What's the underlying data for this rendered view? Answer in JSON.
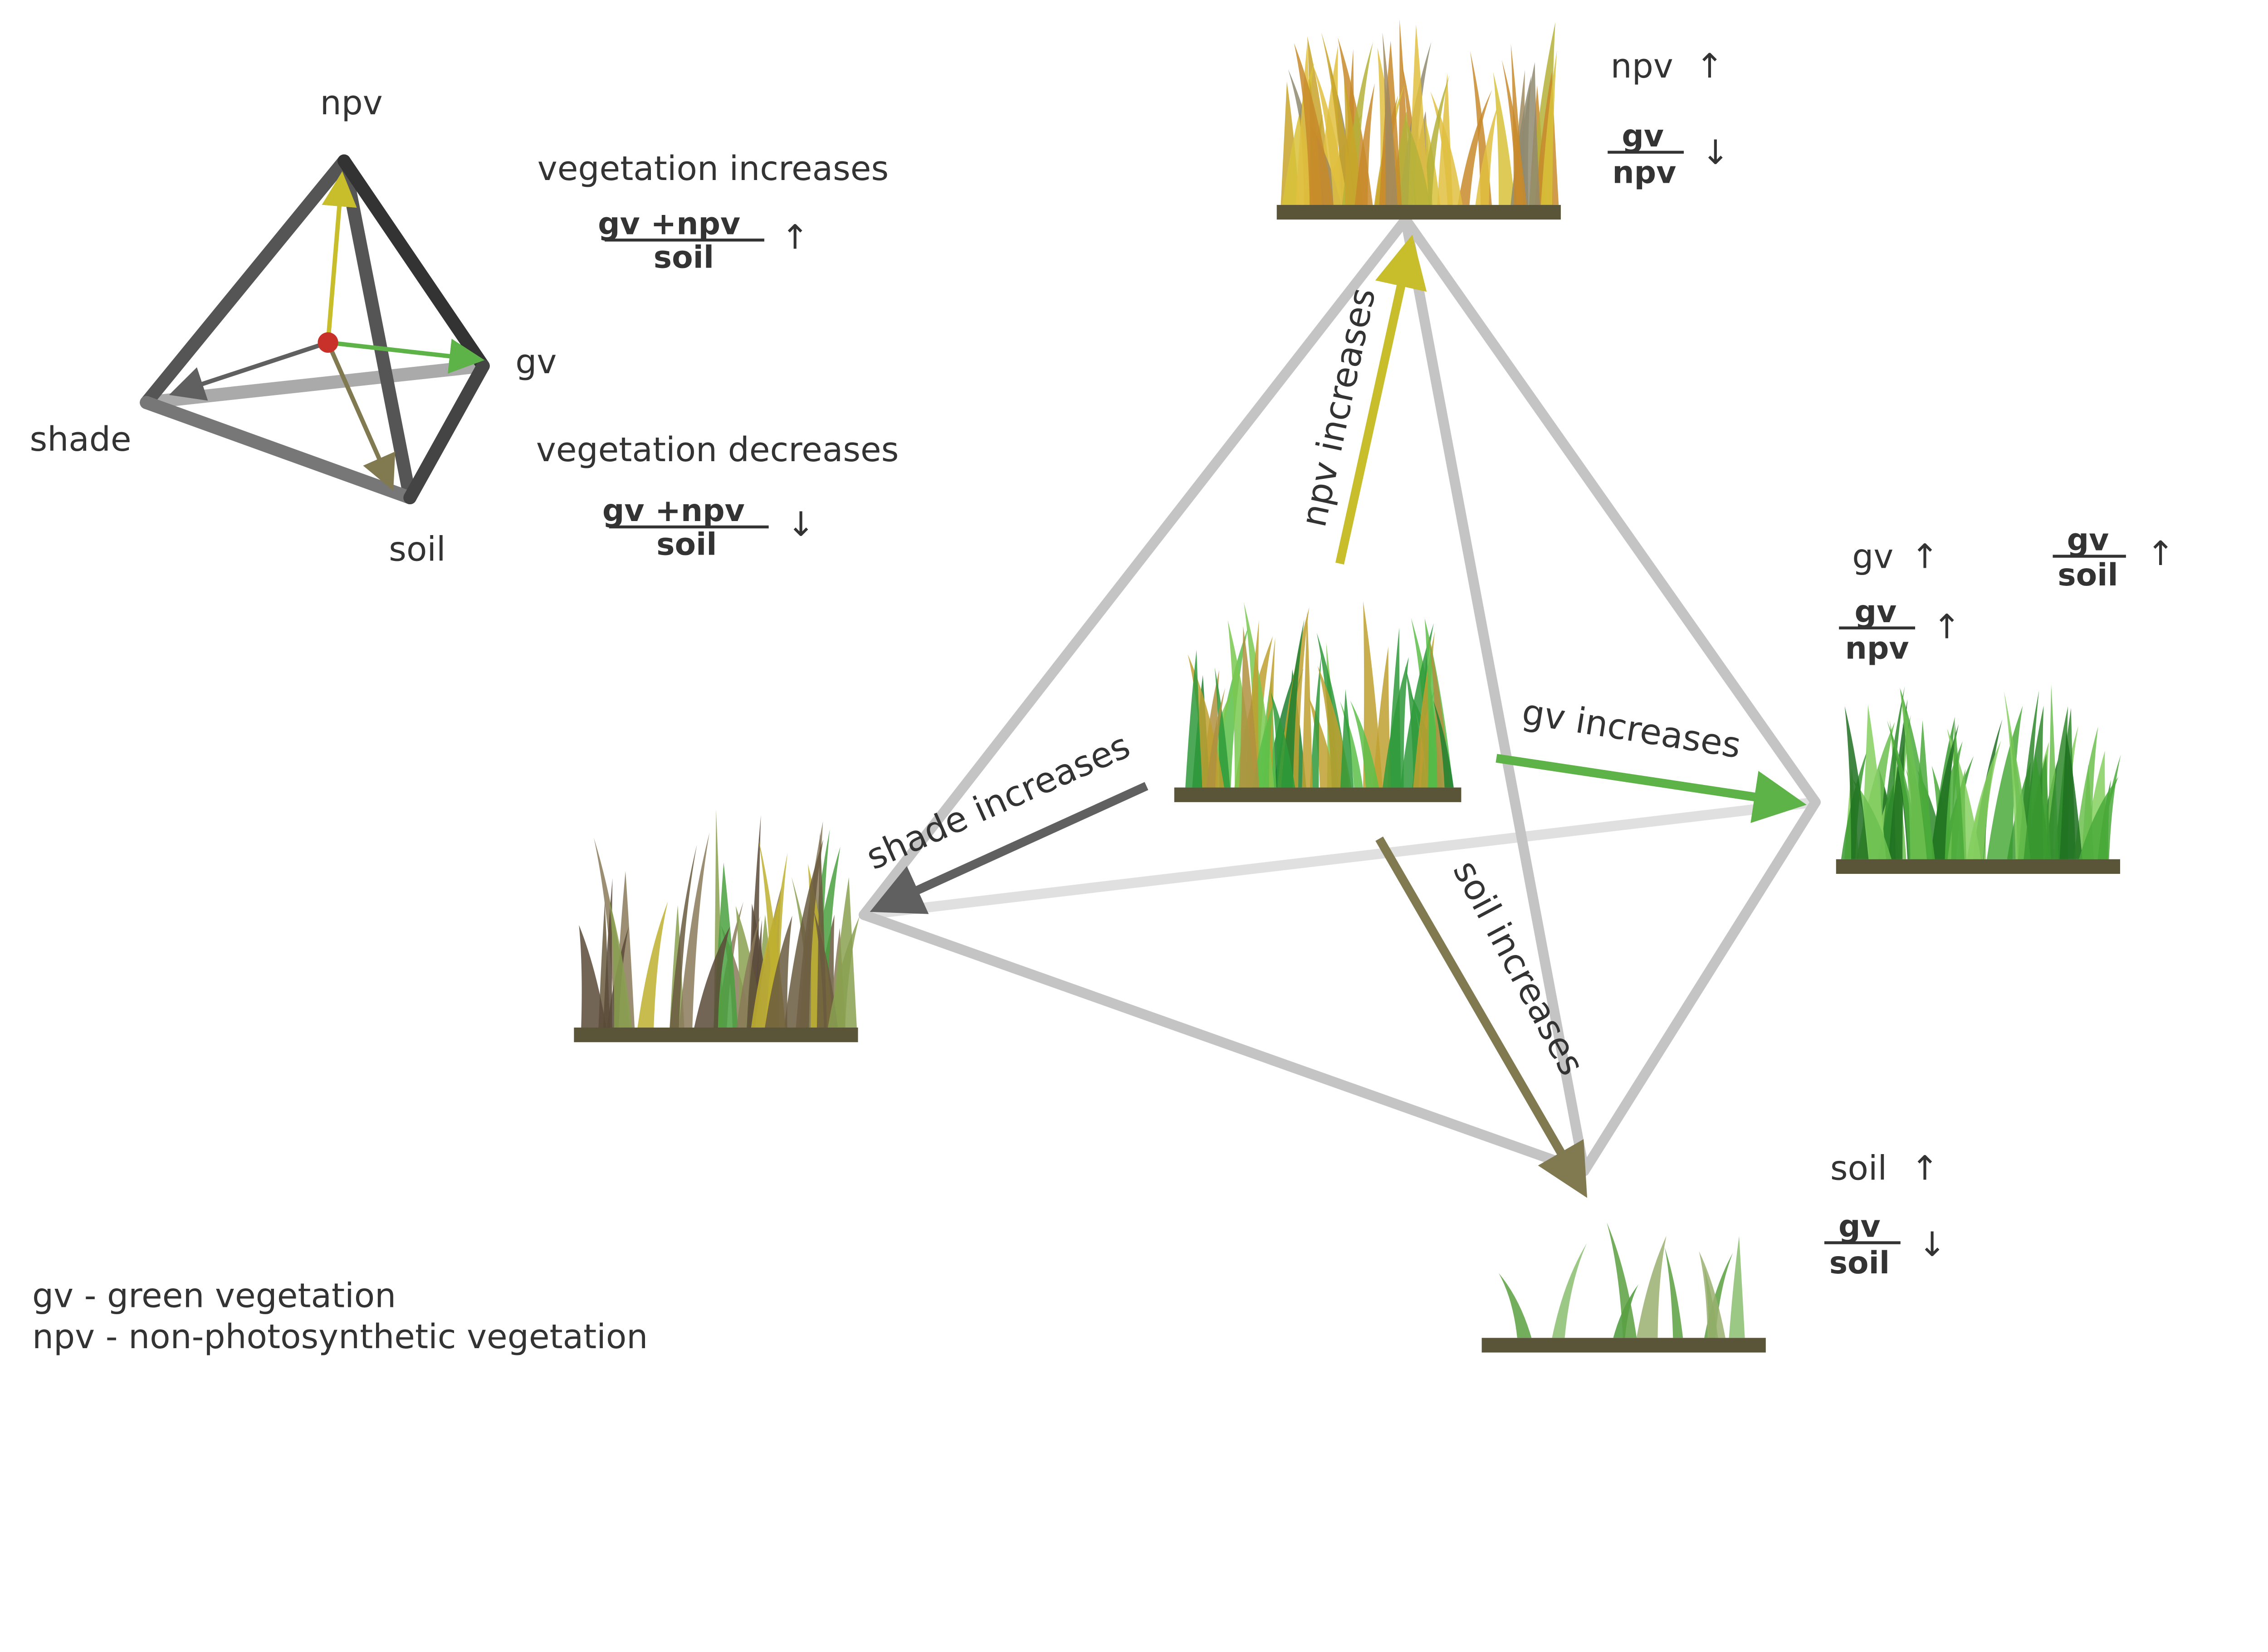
{
  "legend": {
    "gv": "gv - green vegetation",
    "npv": "npv - non-photosynthetic vegetation"
  },
  "small_tetrahedron": {
    "vertices": {
      "npv": "npv",
      "gv": "gv",
      "shade": "shade",
      "soil": "soil"
    },
    "increase": {
      "title": "vegetation increases",
      "numerator": "gv +npv",
      "denominator": "soil",
      "arrow": "↑"
    },
    "decrease": {
      "title": "vegetation decreases",
      "numerator": "gv +npv",
      "denominator": "soil",
      "arrow": "↓"
    }
  },
  "arrows": {
    "npv": "npv increases",
    "shade": "shade increases",
    "gv": "gv increases",
    "soil": "soil increases"
  },
  "indicators": {
    "npv_corner": {
      "line1": "npv",
      "line1_arrow": "↑",
      "num": "gv",
      "den": "npv",
      "arrow": "↓"
    },
    "gv_corner": {
      "line1": "gv",
      "line1_arrow": "↑",
      "num1": "gv",
      "den1": "npv",
      "arrow1": "↑",
      "num2": "gv",
      "den2": "soil",
      "arrow2": "↑"
    },
    "soil_corner": {
      "line1": "soil",
      "line1_arrow": "↑",
      "num": "gv",
      "den": "soil",
      "arrow": "↓"
    }
  },
  "colors": {
    "npv": "#c8bd2a",
    "gv": "#5db347",
    "shade": "#606060",
    "soil": "#817a50",
    "edge": "#c4c4c4",
    "ground": "#5a5538",
    "vertex_dot": "#c8302a"
  }
}
